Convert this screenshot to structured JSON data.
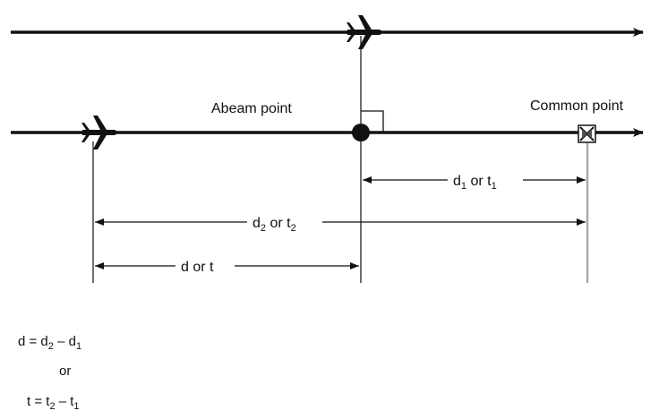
{
  "labels": {
    "abeam_point": "Abeam point",
    "common_point": "Common point",
    "d1": {
      "base": "d",
      "sub": "1",
      "mid": " or t",
      "sub2": "1"
    },
    "d2": {
      "base": "d",
      "sub": "2",
      "mid": " or t",
      "sub2": "2"
    },
    "d": {
      "text": "d or t"
    }
  },
  "equations": {
    "line1": {
      "a": "d = d",
      "a_sub": "2",
      "b": " – d",
      "b_sub": "1"
    },
    "or": "or",
    "line3": {
      "a": "t = t",
      "a_sub": "2",
      "b": " – t",
      "b_sub": "1"
    }
  },
  "colors": {
    "line": "#111111",
    "common_leader": "#aaaaaa"
  }
}
